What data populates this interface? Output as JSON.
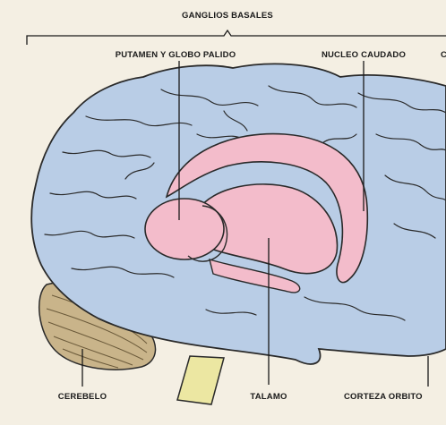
{
  "figure": {
    "labels": {
      "group": "GANGLIOS BASALES",
      "putamen_globo": "PUTAMEN Y GLOBO PALIDO",
      "nucleo_caudado": "NUCLEO CAUDADO",
      "edge_letter": "C",
      "cerebelo": "CEREBELO",
      "talamo": "TALAMO",
      "corteza": "CORTEZA ORBITO"
    },
    "colors": {
      "background": "#f4efe3",
      "cortex": "#b9cde6",
      "deep_nuclei": "#f3bccb",
      "cerebellum": "#c9b48a",
      "brainstem": "#ece7a2",
      "outline": "#2a2a2a"
    }
  }
}
